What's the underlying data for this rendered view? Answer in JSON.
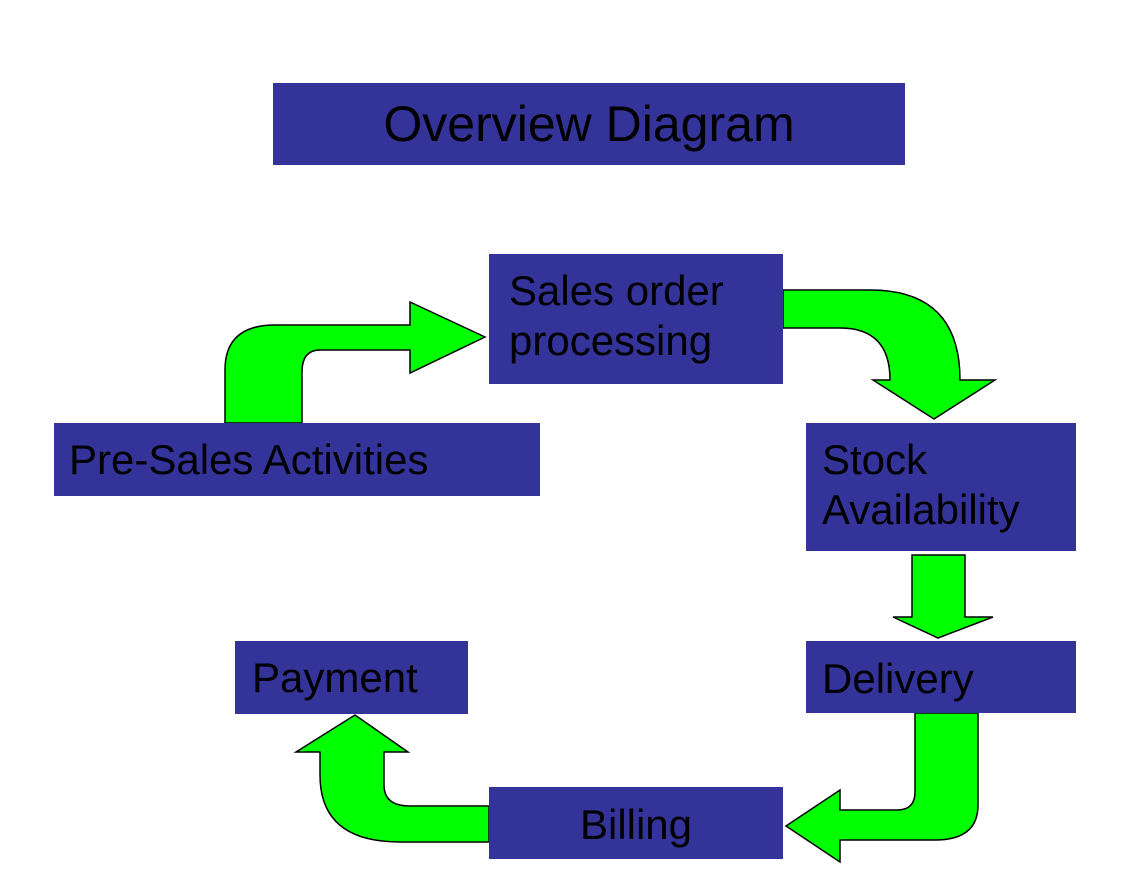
{
  "title": "Overview Diagram",
  "nodes": {
    "sales_order": {
      "line1": "Sales order",
      "line2": "processing"
    },
    "pre_sales": {
      "label": "Pre-Sales Activities"
    },
    "stock": {
      "line1": "Stock",
      "line2": "Availability"
    },
    "delivery": {
      "label": "Delivery"
    },
    "billing": {
      "label": "Billing"
    },
    "payment": {
      "label": "Payment"
    }
  },
  "colors": {
    "box_fill": "#333399",
    "arrow_fill": "#00ff00",
    "arrow_stroke": "#000000",
    "text": "#000000"
  }
}
